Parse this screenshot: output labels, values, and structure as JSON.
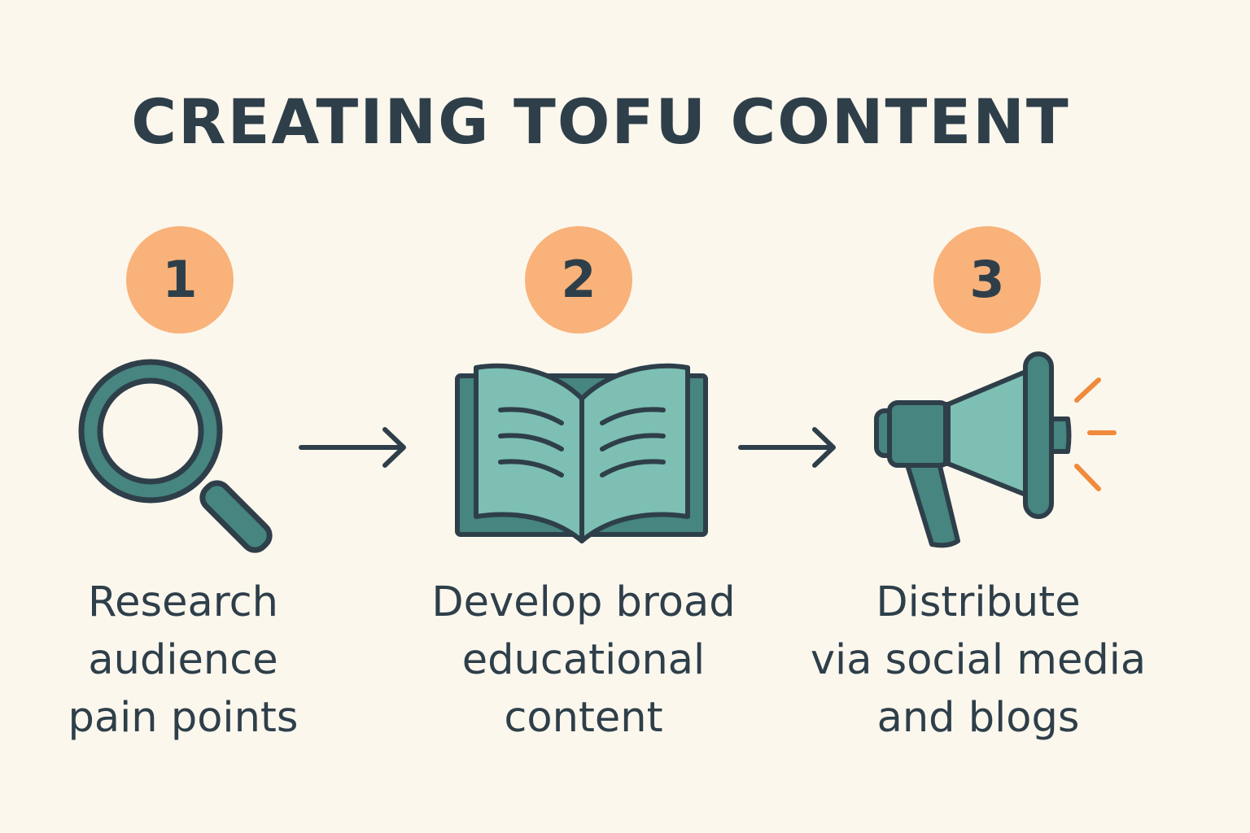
{
  "title": "CREATING TOFU CONTENT",
  "colors": {
    "background": "#fcf7ed",
    "text": "#2e3f4a",
    "badge": "#f8b27a",
    "icon_fill": "#7dbfb3",
    "icon_dark": "#468580",
    "outline": "#2e3f4a",
    "accent": "#f08a3c"
  },
  "steps": [
    {
      "number": "1",
      "icon": "magnifying-glass-icon",
      "label": "Research\naudience\npain points"
    },
    {
      "number": "2",
      "icon": "open-book-icon",
      "label": "Develop broad\neducational\ncontent"
    },
    {
      "number": "3",
      "icon": "megaphone-icon",
      "label": "Distribute\nvia social media\nand blogs"
    }
  ]
}
